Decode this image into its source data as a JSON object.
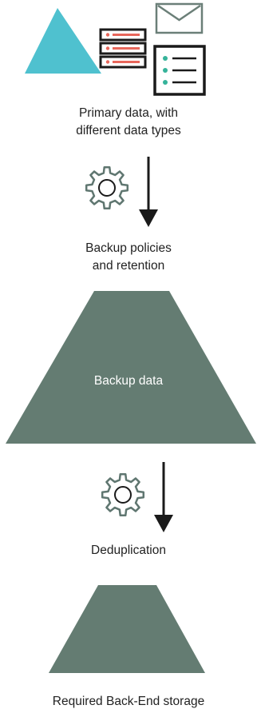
{
  "captions": {
    "primary_line1": "Primary data, with",
    "primary_line2": "different data types",
    "policies_line1": "Backup policies",
    "policies_line2": "and retention",
    "backup_data": "Backup data",
    "dedup": "Deduplication",
    "required": "Required Back-End storage"
  },
  "colors": {
    "teal_triangle": "#4FC1CF",
    "trapezoid": "#647C72",
    "server_accent": "#E8675B",
    "doc_dots": "#35B39A",
    "gear_stroke": "#5F7670",
    "arrow": "#1a1a1a",
    "envelope_stroke": "#6B7F78"
  },
  "icons": {
    "triangle": "triangle-icon",
    "servers": "server-stack-icon",
    "envelope": "envelope-icon",
    "document": "document-list-icon",
    "gear1": "gear-icon",
    "gear2": "gear-icon",
    "arrow1": "arrow-down-icon",
    "arrow2": "arrow-down-icon"
  }
}
